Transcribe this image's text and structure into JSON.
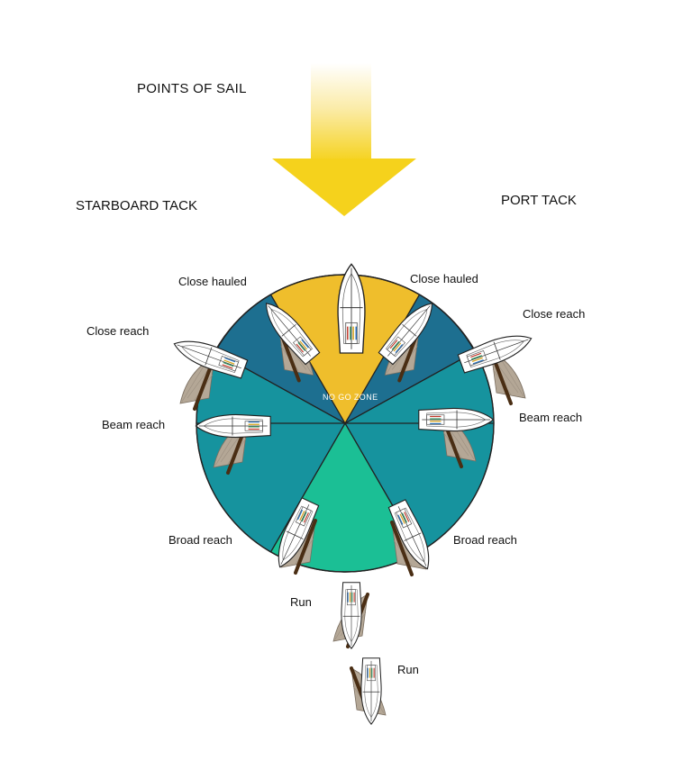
{
  "title": "POINTS OF SAIL",
  "tack_labels": {
    "starboard": "STARBOARD TACK",
    "port": "PORT TACK"
  },
  "no_go_label": "NO GO ZONE",
  "point_labels": {
    "close_hauled_left": "Close hauled",
    "close_hauled_right": "Close hauled",
    "close_reach_left": "Close reach",
    "close_reach_right": "Close reach",
    "beam_reach_left": "Beam reach",
    "beam_reach_right": "Beam reach",
    "broad_reach_left": "Broad reach",
    "broad_reach_right": "Broad reach",
    "run_upper": "Run",
    "run_lower": "Run"
  },
  "colors": {
    "title_blue": "#1a9ad6",
    "wind_yellow": "#f5d21c",
    "no_go_gold": "#efbe2c",
    "close_reach_blue": "#1d6f90",
    "beam_teal": "#16939e",
    "run_green": "#1bbf95",
    "sail_tan": "#b4a796",
    "boom_brown": "#4a2e14"
  }
}
